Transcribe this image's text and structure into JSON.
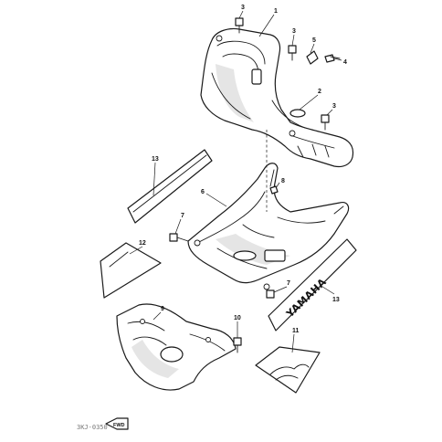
{
  "diagram": {
    "callouts": [
      "1",
      "2",
      "3",
      "3",
      "3",
      "4",
      "5",
      "6",
      "7",
      "7",
      "8",
      "9",
      "10",
      "11",
      "12",
      "13",
      "13"
    ],
    "decal_brand": "YAMAHA",
    "direction_label": "FWD",
    "catalog_code": "3KJ-0350"
  }
}
